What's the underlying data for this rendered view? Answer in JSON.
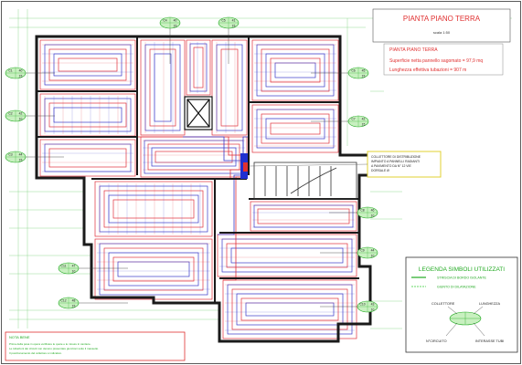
{
  "title_block": {
    "title": "PIANTA PIANO TERRA",
    "scale": "scala 1:50"
  },
  "info_block": {
    "heading": "PIANTA PIANO TERRA",
    "surface": "Superficie netta pannello sagomato = 97,9 mq",
    "length": "Lunghezza effettiva tubazioni = 907 m"
  },
  "collector_note": {
    "lines": [
      "COLLETTORE DI DISTRIBUZIONE",
      "IMPIANTO A PANNELLI RADIANTI",
      "A PAVIMENTO DA N° 12 VIE",
      "DORSALE Ø"
    ]
  },
  "legend": {
    "title": "LEGENDA SIMBOLI UTILIZZATI",
    "items": [
      {
        "label": "STRISCIA DI BORDO ISOLANTE",
        "color": "#22aa22"
      },
      {
        "label": "GIUNTO DI DILATAZIONE",
        "color": "#33cc33"
      }
    ],
    "diagram": {
      "collettore": "COLLETTORE",
      "lunghezza": "LUNGHEZZA",
      "circuito": "N°CIRCUITO",
      "interasse": "INTERASSE TUBI"
    }
  },
  "notes": {
    "title": "NOTA BENE",
    "lines": [
      "Prima della posa in opera verificare le quote e le misure in cantiere.",
      "Le tubazioni dei circuiti non devono presentare giunzioni sotto il massetto.",
      "Il posizionamento del collettore è indicativo."
    ]
  },
  "colors": {
    "supply": "#e0303a",
    "return": "#3838c8",
    "wall": "#1a1a1a",
    "label_green": "#22aa22",
    "collector": "#2030d0",
    "title_red": "#e03030"
  },
  "circuit_tags": [
    {
      "id": "tag-c1",
      "top": "C1",
      "val": "40",
      "bot": "15"
    },
    {
      "id": "tag-c2",
      "top": "C2",
      "val": "42",
      "bot": "10"
    },
    {
      "id": "tag-c3",
      "top": "C3",
      "val": "44",
      "bot": "15"
    },
    {
      "id": "tag-c4",
      "top": "C4",
      "val": "40",
      "bot": "15"
    },
    {
      "id": "tag-c5",
      "top": "C5",
      "val": "41",
      "bot": "15"
    },
    {
      "id": "tag-c6",
      "top": "C6",
      "val": "45",
      "bot": "15"
    },
    {
      "id": "tag-c7",
      "top": "C7",
      "val": "42",
      "bot": "15"
    },
    {
      "id": "tag-c8",
      "top": "C8",
      "val": "46",
      "bot": "10"
    },
    {
      "id": "tag-c9",
      "top": "C9",
      "val": "44",
      "bot": "10"
    },
    {
      "id": "tag-c10",
      "top": "C10",
      "val": "43",
      "bot": "10"
    },
    {
      "id": "tag-c11",
      "top": "C11",
      "val": "47",
      "bot": "10"
    },
    {
      "id": "tag-c12",
      "top": "C12",
      "val": "48",
      "bot": "15"
    }
  ]
}
